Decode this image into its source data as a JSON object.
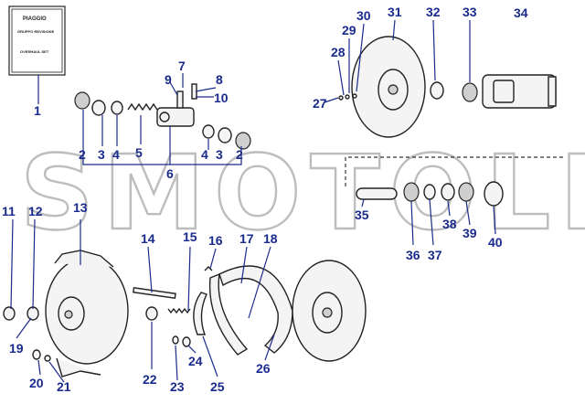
{
  "watermark": "SMOTOLIT",
  "booklet": {
    "brand": "PIAGGIO",
    "line1": "GRUPPO REVISIONE",
    "line2": "OVERHAUL SET"
  },
  "labels": {
    "l1": "1",
    "l2a": "2",
    "l2b": "2",
    "l3a": "3",
    "l3b": "3",
    "l4a": "4",
    "l4b": "4",
    "l5": "5",
    "l6": "6",
    "l7": "7",
    "l8": "8",
    "l9": "9",
    "l10": "10",
    "l11": "11",
    "l12": "12",
    "l13": "13",
    "l14": "14",
    "l15": "15",
    "l16": "16",
    "l17": "17",
    "l18": "18",
    "l19": "19",
    "l20": "20",
    "l21": "21",
    "l22": "22",
    "l23": "23",
    "l24": "24",
    "l25": "25",
    "l26": "26",
    "l27": "27",
    "l28": "28",
    "l29": "29",
    "l30": "30",
    "l31": "31",
    "l32": "32",
    "l33": "33",
    "l34": "34",
    "l35": "35",
    "l36": "36",
    "l37": "37",
    "l38": "38",
    "l39": "39",
    "l40": "40"
  },
  "colors": {
    "label": "#1a2b8c",
    "watermark": "#bdbdbd"
  }
}
